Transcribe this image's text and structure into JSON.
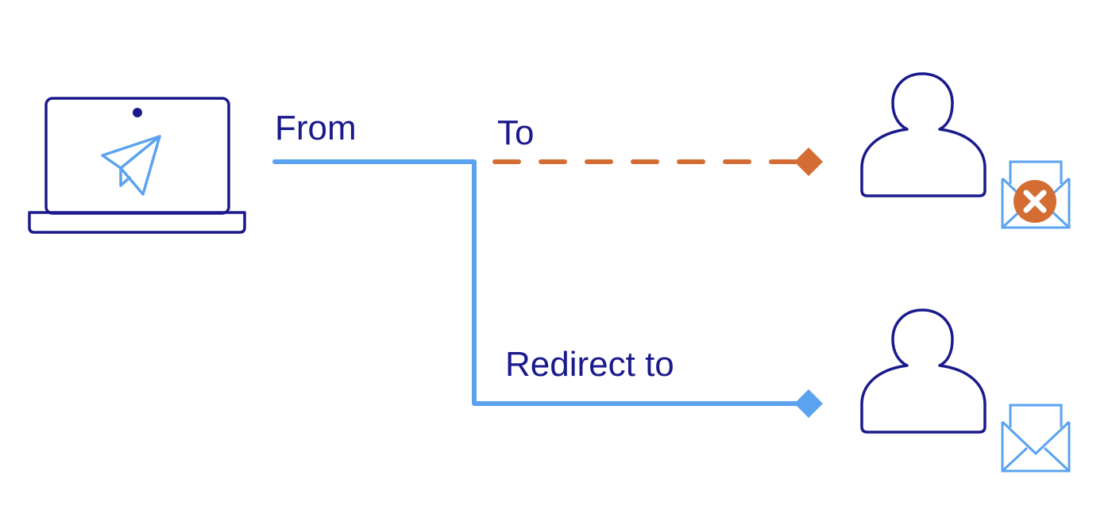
{
  "labels": {
    "from": "From",
    "to": "To",
    "redirect_to": "Redirect to"
  },
  "icons": {
    "sender": "laptop-icon",
    "send": "paper-plane-icon",
    "blocked_recipient": "user-icon",
    "blocked_mail": "envelope-error-icon",
    "redirect_recipient": "user-icon",
    "redirect_mail": "envelope-icon"
  },
  "colors": {
    "navy": "#1a1a8c",
    "blue": "#5ba3f0",
    "orange": "#d46d34",
    "white": "#ffffff"
  }
}
